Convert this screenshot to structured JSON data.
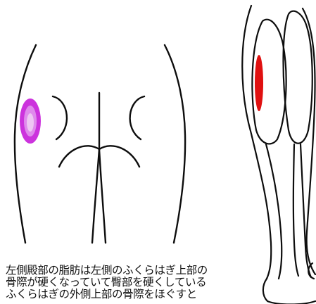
{
  "caption": {
    "lines": [
      "左側殿部の脂肪は左側のふくらはぎ上部の",
      "骨際が硬くなっていて臀部を硬くしている",
      "ふくらはぎの外側上部の骨際をほぐすと"
    ]
  },
  "colors": {
    "line": "#0d0d0d",
    "hip_marker": "#cc33dd",
    "calf_marker": "#e01010",
    "background": "#ffffff"
  },
  "icons": {
    "left_figure": "buttocks-line-drawing",
    "right_figure": "lower-leg-back-line-drawing"
  }
}
